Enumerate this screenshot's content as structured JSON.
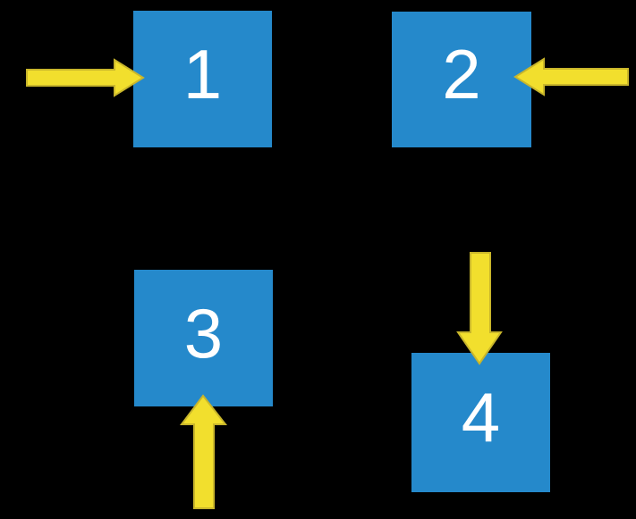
{
  "diagram": {
    "background_color": "#000000",
    "box_fill_color": "#2589CB",
    "box_label_color": "#FFFFFF",
    "arrow_fill_color": "#F2DF2D",
    "arrow_border_color": "#C9B62B",
    "boxes": [
      {
        "label": "1",
        "arrow_direction": "right",
        "arrow_position": "left-of-box"
      },
      {
        "label": "2",
        "arrow_direction": "left",
        "arrow_position": "right-of-box"
      },
      {
        "label": "3",
        "arrow_direction": "up",
        "arrow_position": "below-box"
      },
      {
        "label": "4",
        "arrow_direction": "down",
        "arrow_position": "above-box"
      }
    ]
  }
}
